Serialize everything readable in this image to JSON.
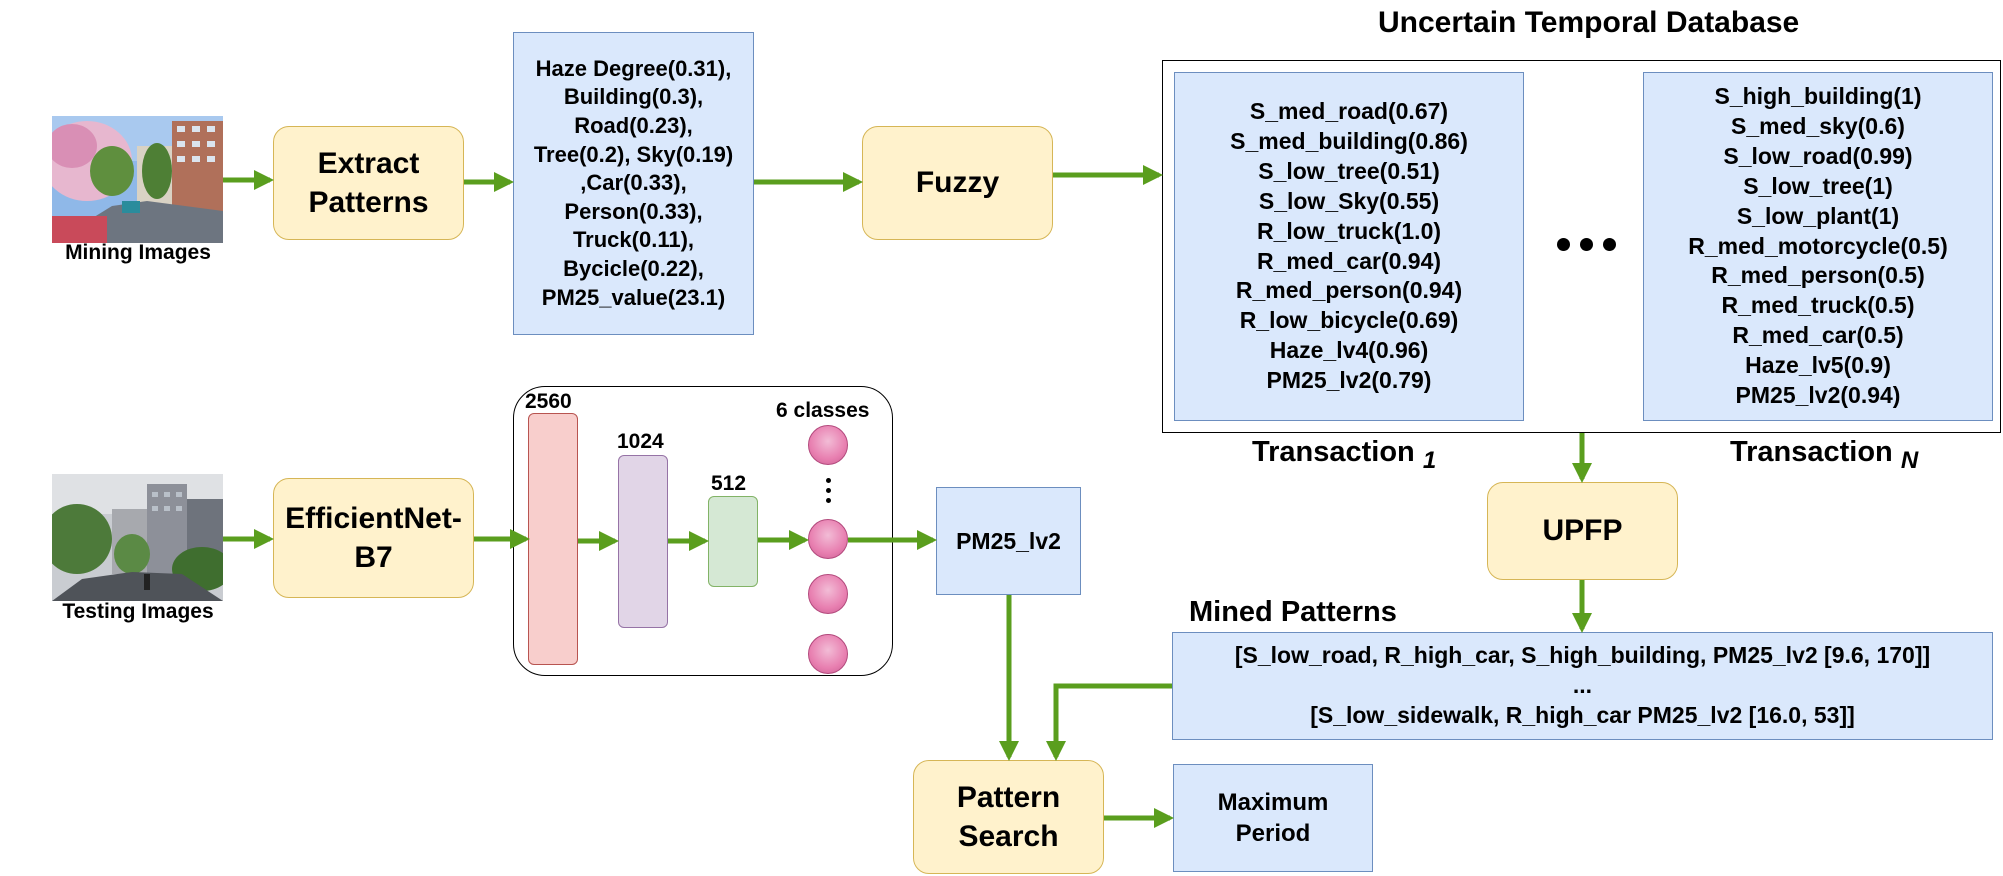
{
  "images": {
    "mining_caption": "Mining Images",
    "testing_caption": "Testing Images"
  },
  "boxes": {
    "extract": [
      "Extract",
      "Patterns"
    ],
    "fuzzy": "Fuzzy",
    "efficientnet": [
      "EfficientNet-",
      "B7"
    ],
    "upfp": "UPFP",
    "pattern_search": [
      "Pattern",
      "Search"
    ],
    "pm25_output": "PM25_lv2",
    "maximum_period": [
      "Maximum",
      "Period"
    ]
  },
  "extracted_features": [
    "Haze Degree(0.31),",
    "Building(0.3),",
    "Road(0.23),",
    "Tree(0.2), Sky(0.19)",
    ",Car(0.33),",
    "Person(0.33),",
    "Truck(0.11),",
    "Bycicle(0.22),",
    "PM25_value(23.1)"
  ],
  "database": {
    "title": "Uncertain Temporal Database",
    "transaction_1": {
      "label": "Transaction",
      "subscript": "1",
      "items": [
        "S_med_road(0.67)",
        "S_med_building(0.86)",
        "S_low_tree(0.51)",
        "S_low_Sky(0.55)",
        "R_low_truck(1.0)",
        "R_med_car(0.94)",
        "R_med_person(0.94)",
        "R_low_bicycle(0.69)",
        "Haze_lv4(0.96)",
        "PM25_lv2(0.79)"
      ]
    },
    "transaction_n": {
      "label": "Transaction",
      "subscript": "N",
      "items": [
        "S_high_building(1)",
        "S_med_sky(0.6)",
        "S_low_road(0.99)",
        "S_low_tree(1)",
        "S_low_plant(1)",
        "R_med_motorcycle(0.5)",
        "R_med_person(0.5)",
        "R_med_truck(0.5)",
        "R_med_car(0.5)",
        "Haze_lv5(0.9)",
        "PM25_lv2(0.94)"
      ]
    }
  },
  "network": {
    "layer_sizes": [
      "2560",
      "1024",
      "512"
    ],
    "output_label": "6 classes"
  },
  "mined_patterns": {
    "title": "Mined Patterns",
    "lines": [
      "[S_low_road, R_high_car, S_high_building, PM25_lv2 [9.6, 170]]",
      "...",
      "[S_low_sidewalk, R_high_car PM25_lv2 [16.0, 53]]"
    ]
  },
  "colors": {
    "arrow": "#5a9e1e",
    "yellow_fill": "#fff2cc",
    "blue_fill": "#dae8fc",
    "layer1": "#f8cecc",
    "layer2": "#e1d5e7",
    "layer3": "#d5e8d4",
    "node": "#e87fb0"
  }
}
